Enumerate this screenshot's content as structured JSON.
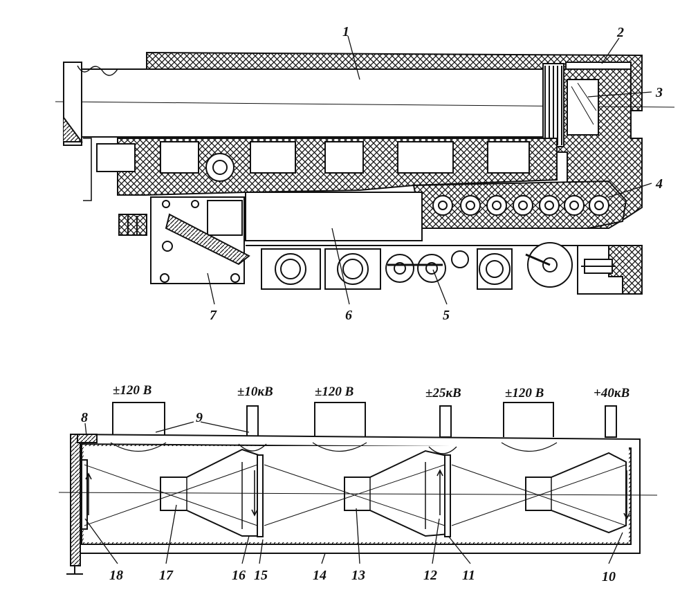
{
  "top_labels": {
    "l1": "1",
    "l2": "2",
    "l3": "3",
    "l4": "4",
    "l5": "5",
    "l6": "6",
    "l7": "7"
  },
  "voltages": {
    "v1": "±120 B",
    "v2": "±10кB",
    "v3": "±120 B",
    "v4": "±25кB",
    "v5": "±120 B",
    "v6": "+40кB"
  },
  "bottom_labels": {
    "l8": "8",
    "l9": "9",
    "l10": "10",
    "l11": "11",
    "l12": "12",
    "l13": "13",
    "l14": "14",
    "l15": "15",
    "l16": "16",
    "l17": "17",
    "l18": "18"
  },
  "colors": {
    "ink": "#111111",
    "paper": "#ffffff"
  }
}
